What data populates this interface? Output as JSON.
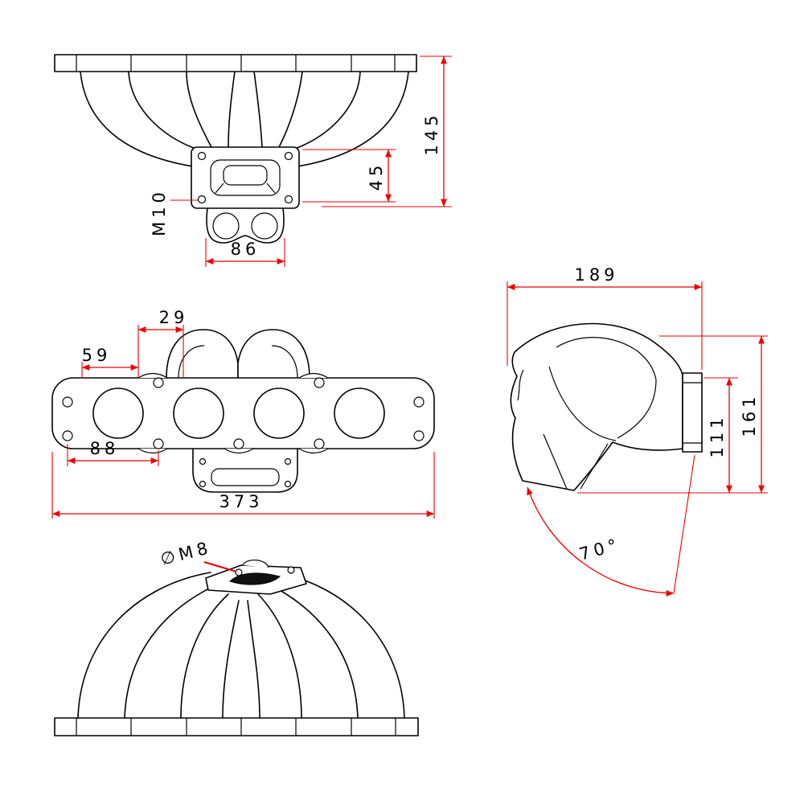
{
  "colors": {
    "line": "#000000",
    "dimension": "#ee0000",
    "background": "#ffffff"
  },
  "views": {
    "top": {
      "d145": "145",
      "d45": "45",
      "m10": "M10",
      "d86": "86"
    },
    "front": {
      "d29": "29",
      "d59": "59",
      "d88": "88",
      "d373": "373"
    },
    "side": {
      "d189": "189",
      "d111": "111",
      "d161": "161",
      "angle70": "70°"
    },
    "bottom": {
      "m8": "∅M8"
    }
  }
}
